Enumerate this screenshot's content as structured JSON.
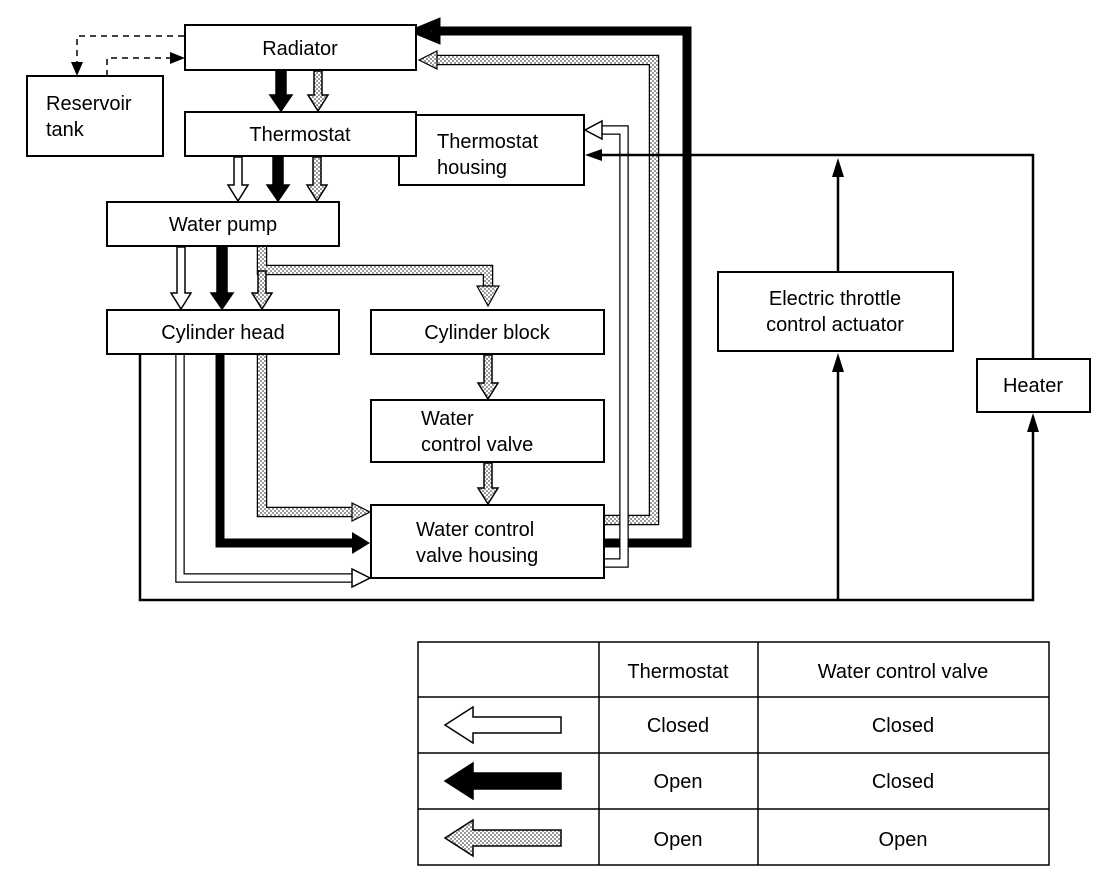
{
  "diagram": {
    "components": {
      "radiator": "Radiator",
      "reservoir_tank": [
        "Reservoir",
        "tank"
      ],
      "thermostat": "Thermostat",
      "thermostat_housing": [
        "Thermostat",
        "housing"
      ],
      "water_pump": "Water pump",
      "cylinder_head": "Cylinder head",
      "cylinder_block": "Cylinder block",
      "water_control_valve": [
        "Water",
        "control valve"
      ],
      "water_control_valve_housing": [
        "Water control",
        "valve housing"
      ],
      "electric_throttle_control_actuator": [
        "Electric throttle",
        "control actuator"
      ],
      "heater": "Heater"
    }
  },
  "legend": {
    "headers": [
      "",
      "Thermostat",
      "Water control valve"
    ],
    "rows": [
      {
        "arrow_style": "hollow",
        "thermostat": "Closed",
        "water_control_valve": "Closed"
      },
      {
        "arrow_style": "solid",
        "thermostat": "Open",
        "water_control_valve": "Closed"
      },
      {
        "arrow_style": "hatched",
        "thermostat": "Open",
        "water_control_valve": "Open"
      }
    ]
  },
  "colors": {
    "solid": "#000000",
    "hatched": "#bdbdbd",
    "hollow": "#ffffff"
  }
}
